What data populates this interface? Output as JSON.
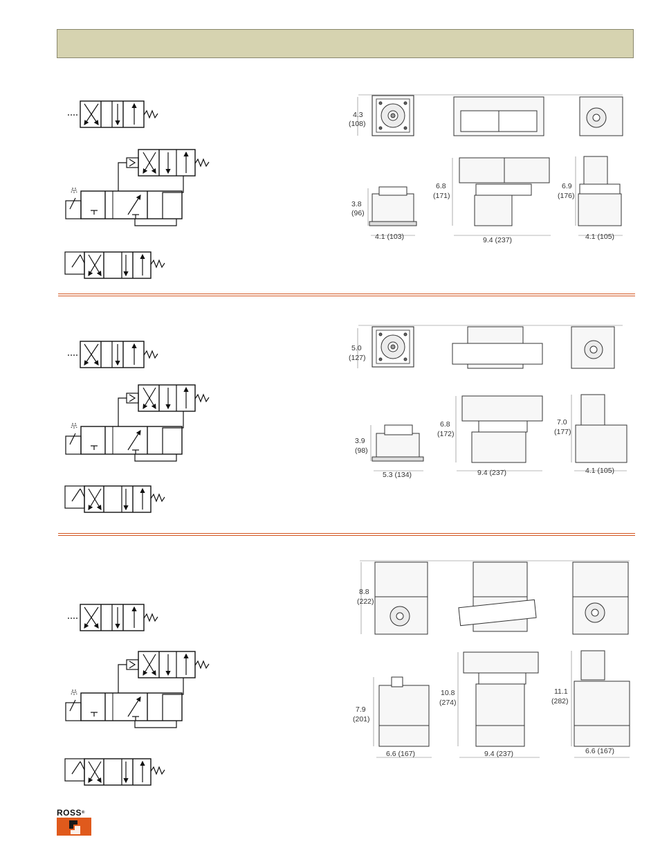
{
  "sections": [
    {
      "dims": {
        "front_height": "4.3",
        "front_height_mm": "(108)",
        "base_height": "3.8",
        "base_height_mm": "(96)",
        "base_width": "4.1 (103)",
        "total_height": "6.8",
        "total_height_mm": "(171)",
        "length": "9.4 (237)",
        "side_height": "6.9",
        "side_height_mm": "(176)",
        "side_width": "4.1 (105)"
      }
    },
    {
      "dims": {
        "front_height": "5.0",
        "front_height_mm": "(127)",
        "base_height": "3.9",
        "base_height_mm": "(98)",
        "base_width": "5.3 (134)",
        "total_height": "6.8",
        "total_height_mm": "(172)",
        "length": "9.4 (237)",
        "side_height": "7.0",
        "side_height_mm": "(177)",
        "side_width": "4.1 (105)"
      }
    },
    {
      "dims": {
        "front_height": "8.8",
        "front_height_mm": "(222)",
        "base_height": "7.9",
        "base_height_mm": "(201)",
        "base_width": "6.6 (167)",
        "total_height": "10.8",
        "total_height_mm": "(274)",
        "length": "9.4 (237)",
        "side_height": "11.1",
        "side_height_mm": "(282)",
        "side_width": "6.6 (167)"
      }
    }
  ],
  "logo": {
    "name": "ROSS",
    "reg": "®",
    "mark_colors": [
      "#e05a1c",
      "#1a1a1a"
    ]
  }
}
